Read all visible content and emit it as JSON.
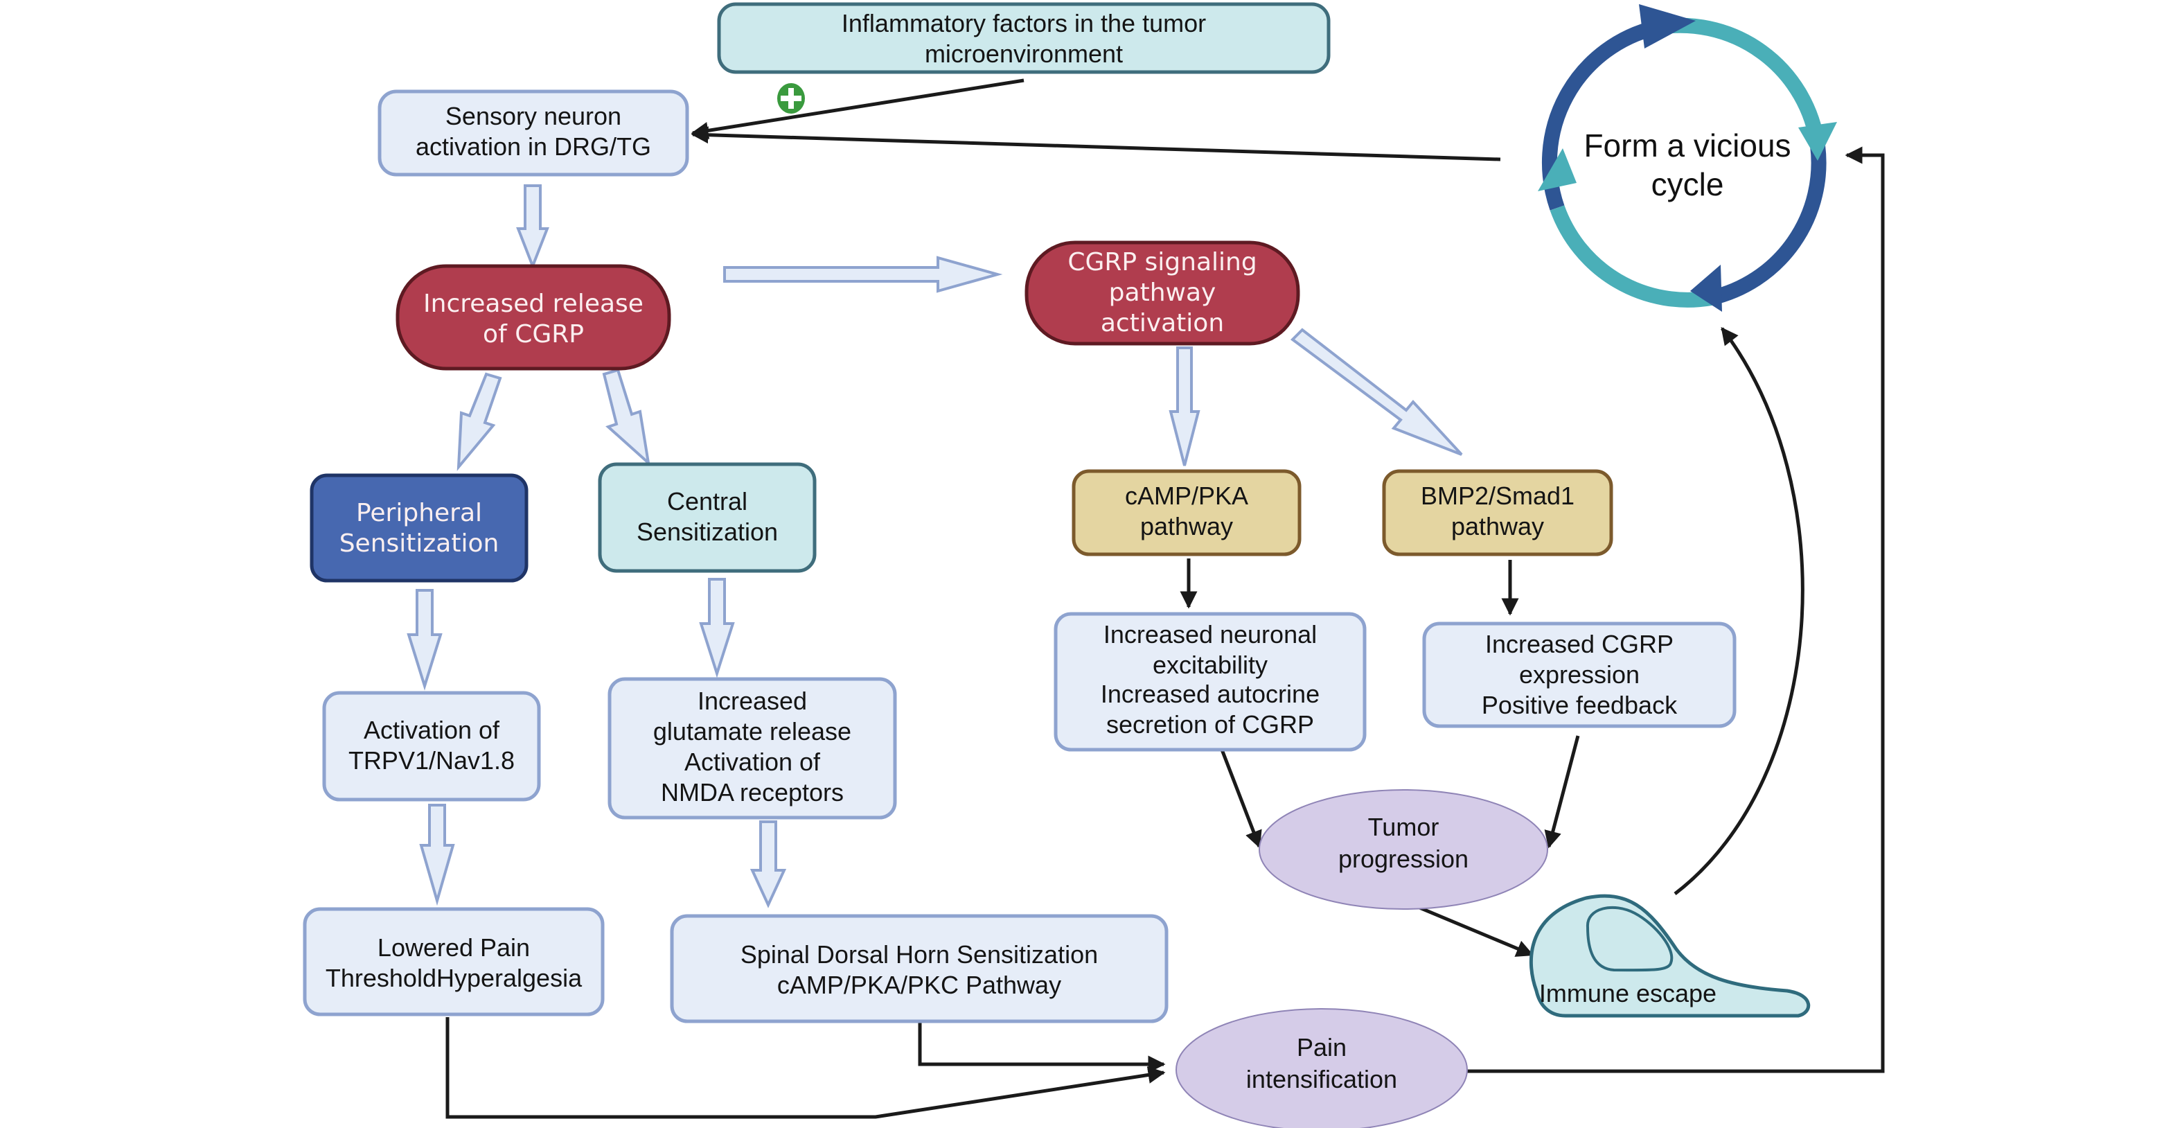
{
  "diagram": {
    "title": "CGRP-mediated pain and tumor progression vicious cycle",
    "nodes": {
      "inflammatory": {
        "lines": [
          "Inflammatory factors in the tumor",
          "microenvironment"
        ],
        "style": "teal"
      },
      "sensory": {
        "lines": [
          "Sensory neuron",
          "activation in DRG/TG"
        ],
        "style": "lavender"
      },
      "cgrp_release": {
        "lines": [
          "Increased release",
          "of CGRP"
        ],
        "style": "red"
      },
      "cgrp_signaling": {
        "lines": [
          "CGRP signaling",
          "pathway",
          "activation"
        ],
        "style": "red"
      },
      "peripheral": {
        "lines": [
          "Peripheral",
          "Sensitization"
        ],
        "style": "blue"
      },
      "central": {
        "lines": [
          "Central",
          "Sensitization"
        ],
        "style": "teal"
      },
      "camp_pka": {
        "lines": [
          "cAMP/PKA",
          "pathway"
        ],
        "style": "tan"
      },
      "bmp2": {
        "lines": [
          "BMP2/Smad1",
          "pathway"
        ],
        "style": "tan"
      },
      "trpv1": {
        "lines": [
          "Activation of",
          "TRPV1/Nav1.8"
        ],
        "style": "lavender"
      },
      "glutamate": {
        "lines": [
          "Increased",
          "glutamate release",
          "Activation of",
          "NMDA receptors"
        ],
        "style": "lavender"
      },
      "neuronal": {
        "lines": [
          "Increased neuronal",
          "excitability",
          "Increased autocrine",
          "secretion of CGRP"
        ],
        "style": "lavender"
      },
      "cgrp_expr": {
        "lines": [
          "Increased CGRP",
          "expression",
          "Positive feedback"
        ],
        "style": "lavender"
      },
      "lowered_pain": {
        "lines": [
          "Lowered Pain",
          "ThresholdHyperalgesia"
        ],
        "style": "lavender"
      },
      "spinal": {
        "lines": [
          "Spinal Dorsal Horn Sensitization",
          "cAMP/PKA/PKC Pathway"
        ],
        "style": "lavender"
      },
      "tumor": {
        "lines": [
          "Tumor",
          "progression"
        ],
        "style": "purple-ellipse"
      },
      "immune": {
        "lines": [
          "Immune escape"
        ],
        "style": "cell"
      },
      "pain": {
        "lines": [
          "Pain",
          "intensification"
        ],
        "style": "purple-ellipse"
      },
      "cycle": {
        "lines": [
          "Form a vicious",
          "cycle"
        ],
        "style": "circular-arrows"
      }
    },
    "edges": [
      {
        "from": "inflammatory",
        "to": "sensory",
        "type": "line-arrow",
        "sign": "+"
      },
      {
        "from": "cycle",
        "to": "sensory",
        "type": "line-arrow"
      },
      {
        "from": "sensory",
        "to": "cgrp_release",
        "type": "block-arrow"
      },
      {
        "from": "cgrp_release",
        "to": "cgrp_signaling",
        "type": "block-arrow"
      },
      {
        "from": "cgrp_release",
        "to": "peripheral",
        "type": "block-arrow"
      },
      {
        "from": "cgrp_release",
        "to": "central",
        "type": "block-arrow"
      },
      {
        "from": "cgrp_signaling",
        "to": "camp_pka",
        "type": "block-arrow"
      },
      {
        "from": "cgrp_signaling",
        "to": "bmp2",
        "type": "block-arrow"
      },
      {
        "from": "peripheral",
        "to": "trpv1",
        "type": "block-arrow"
      },
      {
        "from": "central",
        "to": "glutamate",
        "type": "block-arrow"
      },
      {
        "from": "trpv1",
        "to": "lowered_pain",
        "type": "block-arrow"
      },
      {
        "from": "glutamate",
        "to": "spinal",
        "type": "block-arrow"
      },
      {
        "from": "camp_pka",
        "to": "neuronal",
        "type": "line-arrow"
      },
      {
        "from": "bmp2",
        "to": "cgrp_expr",
        "type": "line-arrow"
      },
      {
        "from": "neuronal",
        "to": "tumor",
        "type": "line-arrow"
      },
      {
        "from": "cgrp_expr",
        "to": "tumor",
        "type": "line-arrow"
      },
      {
        "from": "tumor",
        "to": "immune",
        "type": "line-arrow"
      },
      {
        "from": "immune",
        "to": "cycle",
        "type": "curved-arrow"
      },
      {
        "from": "lowered_pain",
        "to": "pain",
        "type": "elbow-arrow"
      },
      {
        "from": "spinal",
        "to": "pain",
        "type": "elbow-arrow"
      },
      {
        "from": "pain",
        "to": "cycle",
        "type": "elbow-arrow"
      }
    ],
    "plus_sign": "+",
    "colors": {
      "red": "#b03d4e",
      "blue": "#4768b0",
      "teal": "#cde9ec",
      "lavender": "#e6edf8",
      "tan": "#e4d5a1",
      "purple": "#d5cce8",
      "cycle_dark": "#2e5594",
      "cycle_light": "#4aafb8",
      "plus_green": "#3a9a3e"
    }
  }
}
